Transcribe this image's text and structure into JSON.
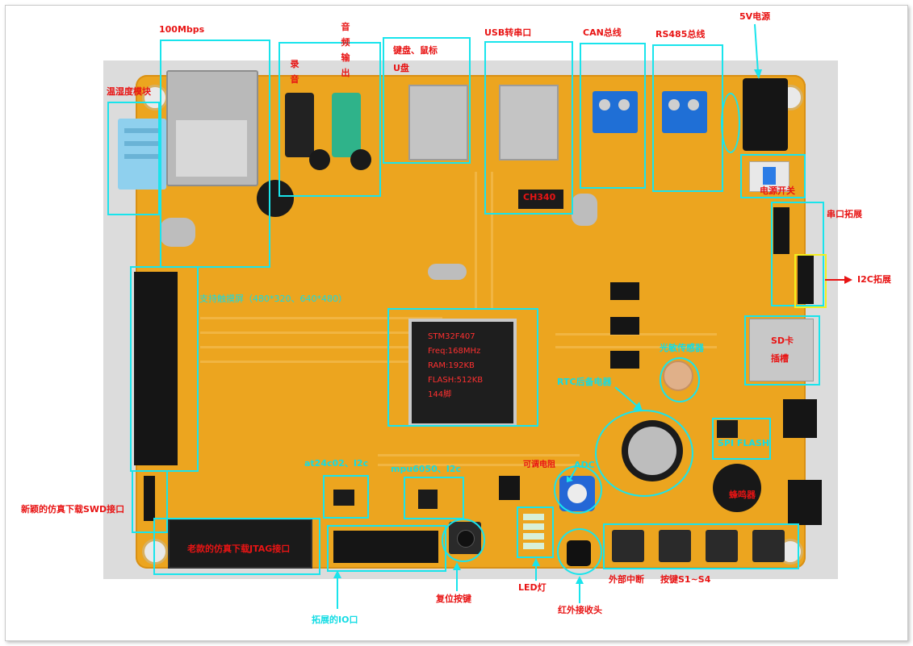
{
  "labels": {
    "mbps": "100Mbps",
    "record": "录音",
    "audio_out": "音频输出",
    "keyboard_mouse": "键盘、鼠标",
    "udisk": "U盘",
    "usb_serial": "USB转串口",
    "can": "CAN总线",
    "rs485": "RS485总线",
    "power5v": "5V电源",
    "temp_humidity": "温湿度模块",
    "power_switch": "电源开关",
    "serial_ext": "串口拓展",
    "i2c_ext": "I2C拓展",
    "lcd_interface": "支持触摸屏（480*320、640*480）",
    "sd_slot_1": "SD卡",
    "sd_slot_2": "插槽",
    "light_sensor": "光敏传感器",
    "rtc_battery": "RTC后备电器",
    "spi_flash": "SPI FLASH",
    "adc": "ADC",
    "pot": "可调电阻",
    "buzzer": "蜂鸣器",
    "at24": "at24c02、I2c",
    "mpu": "mpu6050、I2c",
    "swd": "新颖的仿真下载SWD接口",
    "jtag": "老款的仿真下载JTAG接口",
    "reset": "复位按键",
    "led": "LED灯",
    "ir": "红外接收头",
    "ext_int": "外部中断",
    "keys": "按键S1~S4",
    "ext_io": "拓展的IO口",
    "ch340": "CH340"
  },
  "mcu": {
    "line1": "STM32F407",
    "line2": "Freq:168MHz",
    "line3": "RAM:192KB",
    "line4": "FLASH:512KB",
    "line5": "144脚"
  },
  "colors": {
    "pcb": "#eca51f",
    "box_cyan": "#19e4ec",
    "box_yellow": "#f4ef1e",
    "label_red": "#e81414",
    "label_cyan": "#14dce4"
  }
}
